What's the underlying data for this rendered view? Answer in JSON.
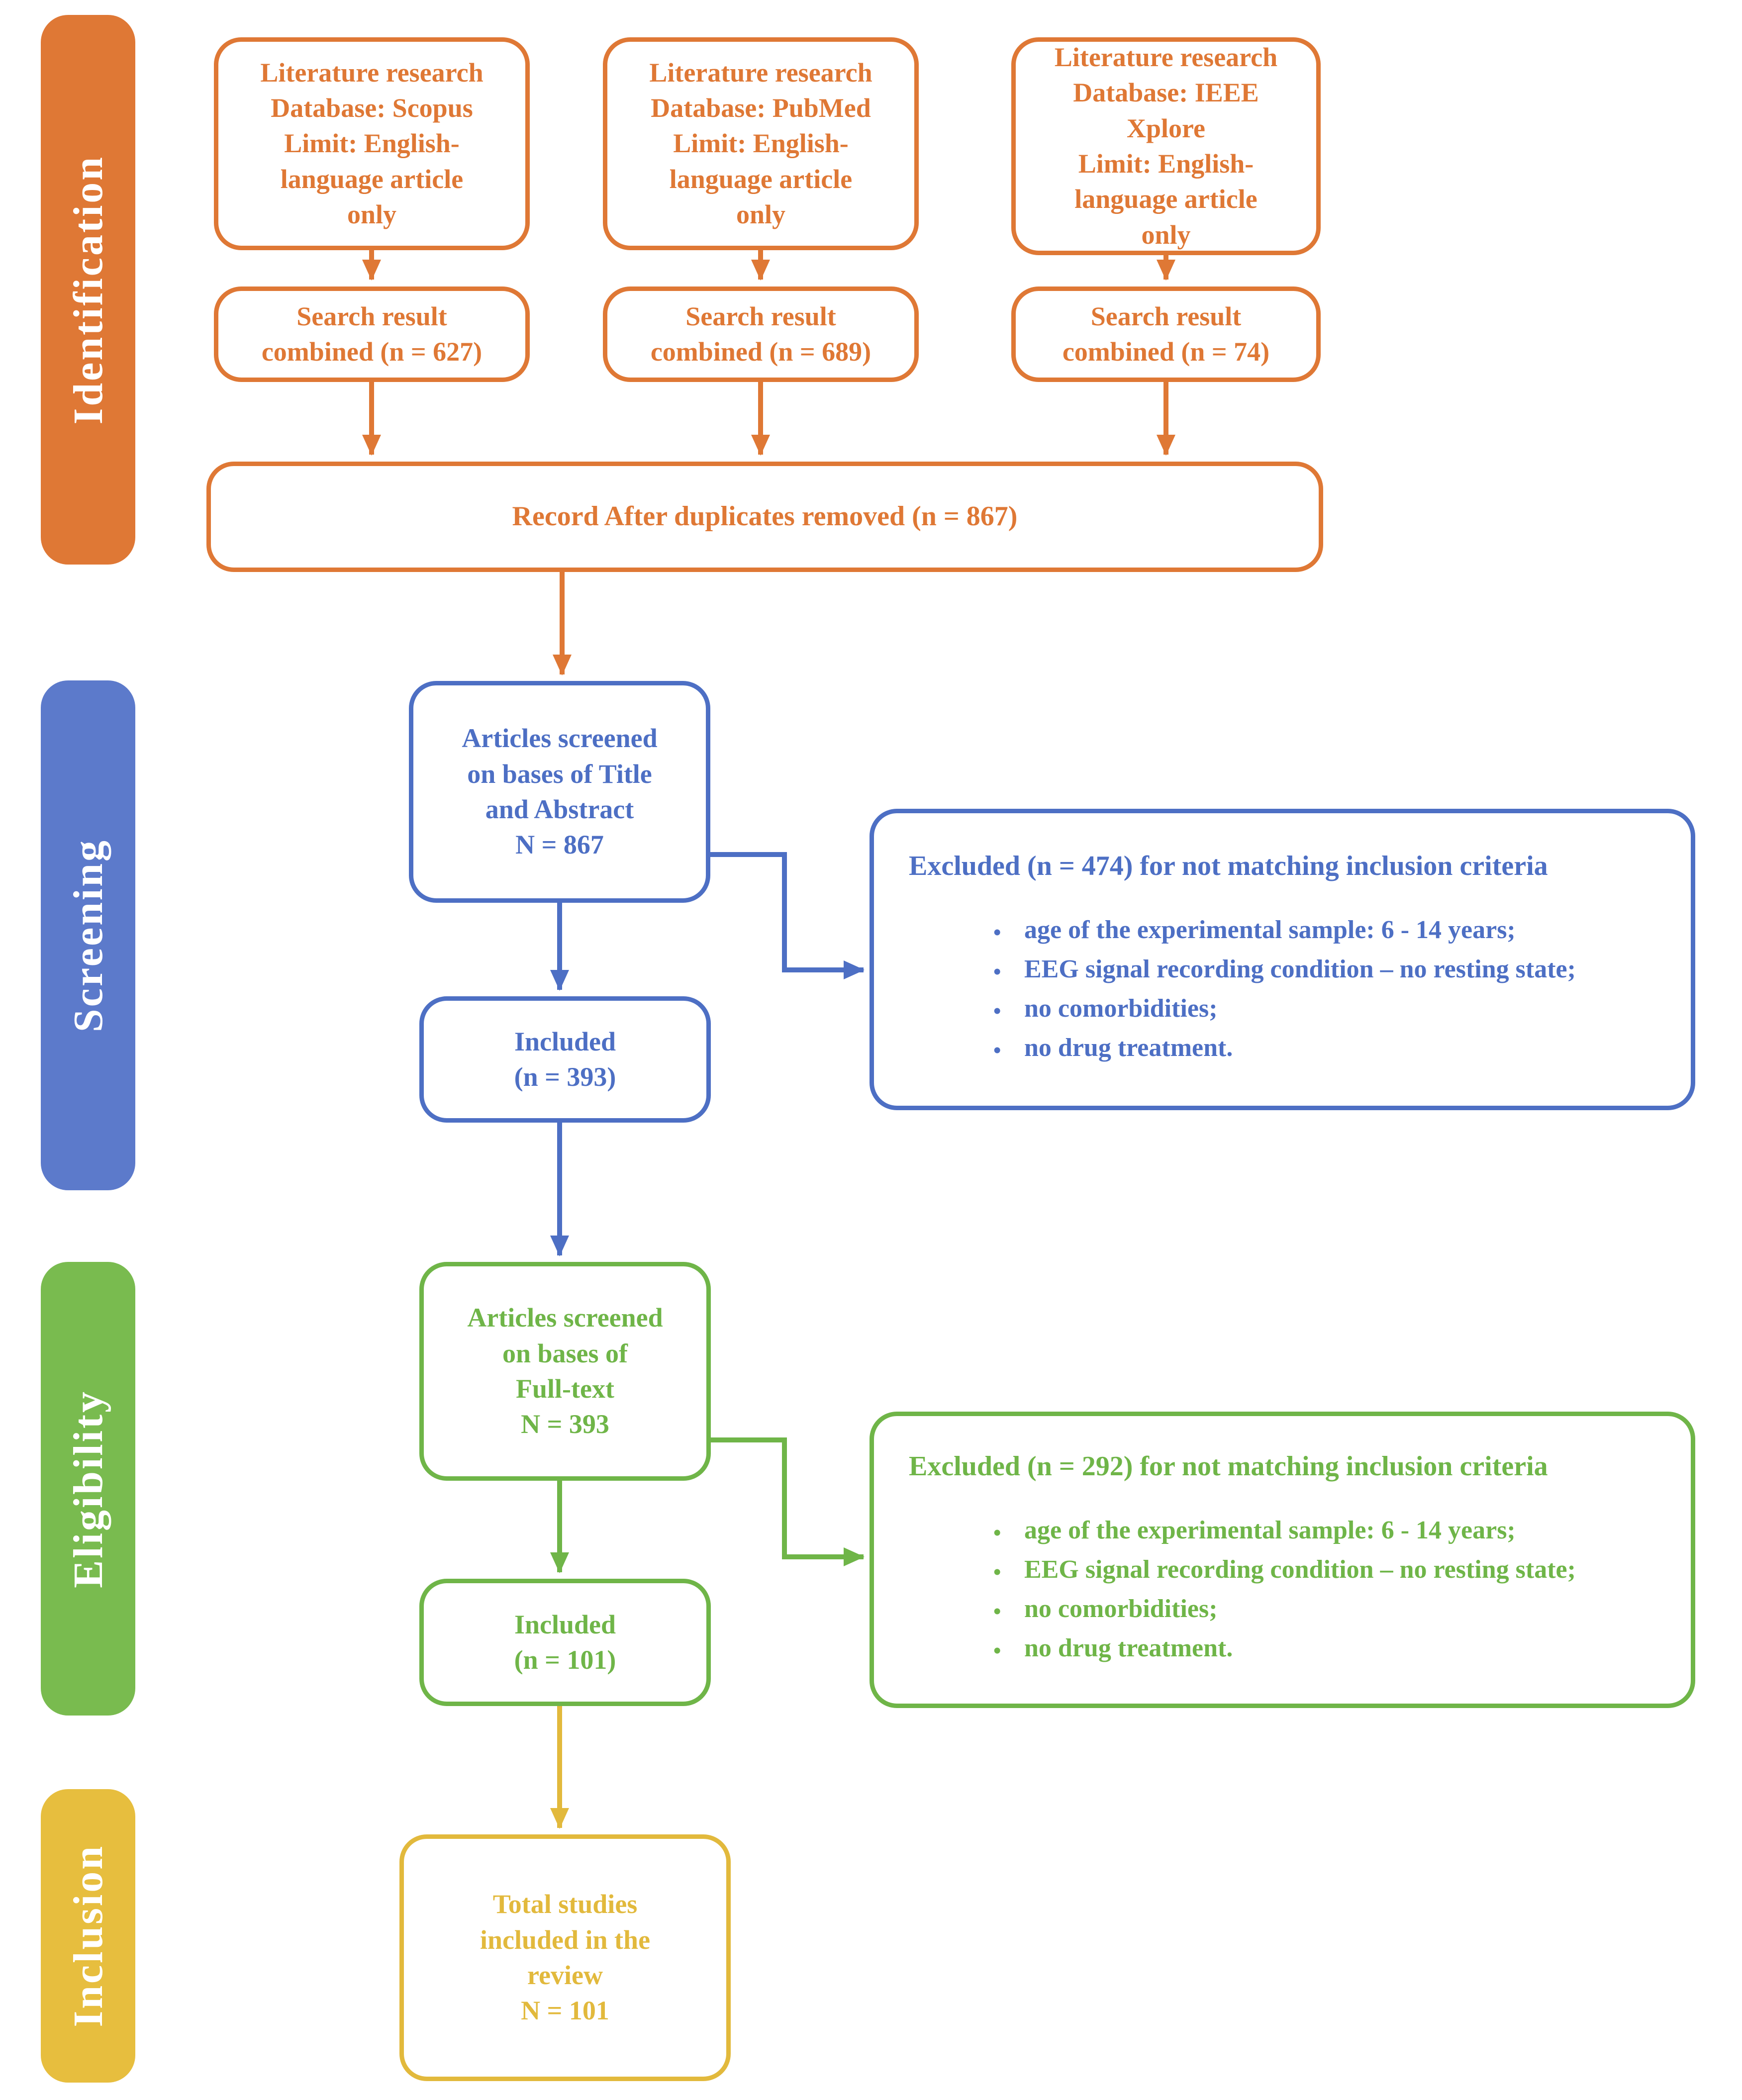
{
  "colors": {
    "orange": "#DF7835",
    "blue": "#4D6FC4",
    "blue_fill": "#5C7ACB",
    "green": "#6FB548",
    "green_fill": "#79BB4F",
    "yellow": "#E2B93C",
    "yellow_fill": "#E7BE3E"
  },
  "sidebar": {
    "identification": "Identification",
    "screening": "Screening",
    "eligibility": "Eligibility",
    "inclusion": "Inclusion"
  },
  "identification": {
    "sources": [
      "Literature research\nDatabase: Scopus\nLimit: English-\nlanguage article\nonly",
      "Literature research\nDatabase: PubMed\nLimit: English-\nlanguage article\nonly",
      "Literature research\nDatabase: IEEE\nXplore\nLimit: English-\nlanguage article\nonly"
    ],
    "results": [
      "Search result\ncombined (n = 627)",
      "Search result\ncombined (n = 689)",
      "Search result\ncombined (n = 74)"
    ],
    "record": "Record After duplicates removed (n = 867)"
  },
  "screening": {
    "screened": "Articles screened\non bases of Title\nand Abstract\nN = 867",
    "excluded_title": "Excluded (n = 474) for not matching inclusion criteria",
    "bullets": [
      "age of the experimental sample: 6 - 14 years;",
      "EEG signal recording condition – no resting state;",
      "no comorbidities;",
      "no drug treatment."
    ],
    "included": "Included\n(n = 393)"
  },
  "eligibility": {
    "screened": "Articles screened\non bases of\nFull-text\nN = 393",
    "excluded_title": "Excluded (n = 292) for not matching inclusion criteria",
    "bullets": [
      "age of the experimental sample: 6 - 14 years;",
      "EEG signal recording condition – no resting state;",
      "no comorbidities;",
      "no drug treatment."
    ],
    "included": "Included\n(n = 101)"
  },
  "inclusion": {
    "total": "Total studies\nincluded in the\nreview\nN = 101"
  }
}
